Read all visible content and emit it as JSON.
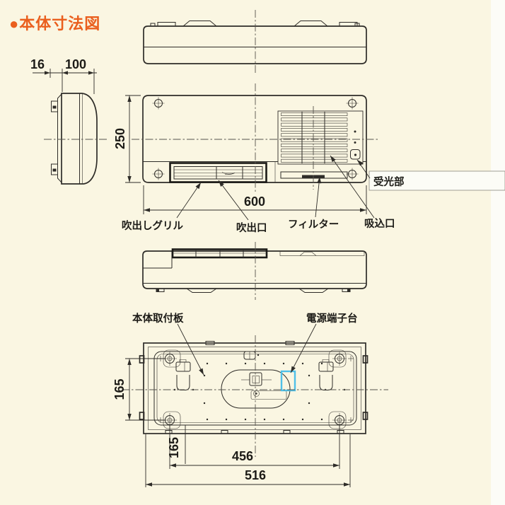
{
  "title": "●本体寸法図",
  "colors": {
    "title_accent": "#ea5f1e",
    "terminal_highlight": "#4fc0e8",
    "line": "#2e2c28",
    "background": "#faf6e2"
  },
  "dimensions": {
    "side_tab_depth": "16",
    "side_body_depth": "100",
    "front_height": "250",
    "front_width": "600",
    "rear_screw_vertical_pitch": "165",
    "rear_left_offset": "165",
    "rear_screw_horizontal_pitch": "456",
    "rear_outer_hole_pitch": "516"
  },
  "part_labels": {
    "blowout_grille": "吹出しグリル",
    "blowout_port": "吹出口",
    "filter": "フィルター",
    "intake_port": "吸込口",
    "light_receiver": "受光部",
    "mounting_plate": "本体取付板",
    "power_terminal_block": "電源端子台"
  }
}
